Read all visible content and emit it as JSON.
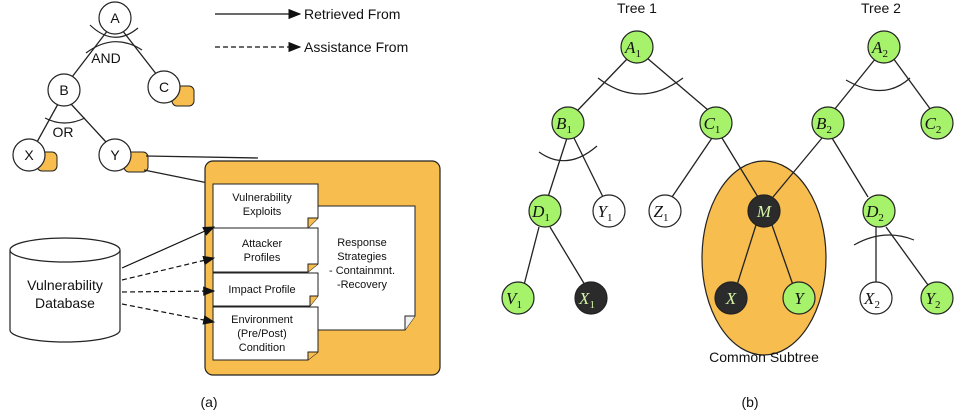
{
  "panel_a": {
    "caption": "(a)",
    "legend": {
      "retrieved": "Retrieved From",
      "assistance": "Assistance From"
    },
    "tree": {
      "a": "A",
      "b": "B",
      "c": "C",
      "x": "X",
      "y": "Y",
      "and": "AND",
      "or": "OR"
    },
    "database": [
      "Vulnerability",
      "Database"
    ],
    "cards": {
      "exploits": [
        "Vulnerability",
        "Exploits"
      ],
      "attacker": [
        "Attacker",
        "Profiles"
      ],
      "impact": [
        "Impact Profile"
      ],
      "environment": [
        "Environment",
        "(Pre/Post)",
        "Condition"
      ],
      "response": [
        "Response",
        "Strategies",
        "- Containmnt.",
        "-Recovery"
      ]
    },
    "colors": {
      "orange": "#f7bd4e"
    }
  },
  "panel_b": {
    "caption": "(b)",
    "tree1_title": "Tree 1",
    "tree2_title": "Tree 2",
    "common_label": "Common Subtree",
    "nodes": {
      "a1": [
        "A",
        "1"
      ],
      "b1": [
        "B",
        "1"
      ],
      "c1": [
        "C",
        "1"
      ],
      "d1": [
        "D",
        "1"
      ],
      "y1": [
        "Y",
        "1"
      ],
      "z1": [
        "Z",
        "1"
      ],
      "v1": [
        "V",
        "1"
      ],
      "x1": [
        "X",
        "1"
      ],
      "m": [
        "M",
        ""
      ],
      "x": [
        "X",
        ""
      ],
      "y": [
        "Y",
        ""
      ],
      "a2": [
        "A",
        "2"
      ],
      "b2": [
        "B",
        "2"
      ],
      "c2": [
        "C",
        "2"
      ],
      "d2": [
        "D",
        "2"
      ],
      "x2": [
        "X",
        "2"
      ],
      "y2": [
        "Y",
        "2"
      ]
    },
    "colors": {
      "green": "#a6f26a",
      "dark": "#2b2b2b",
      "orange": "#f7bd4e"
    }
  }
}
